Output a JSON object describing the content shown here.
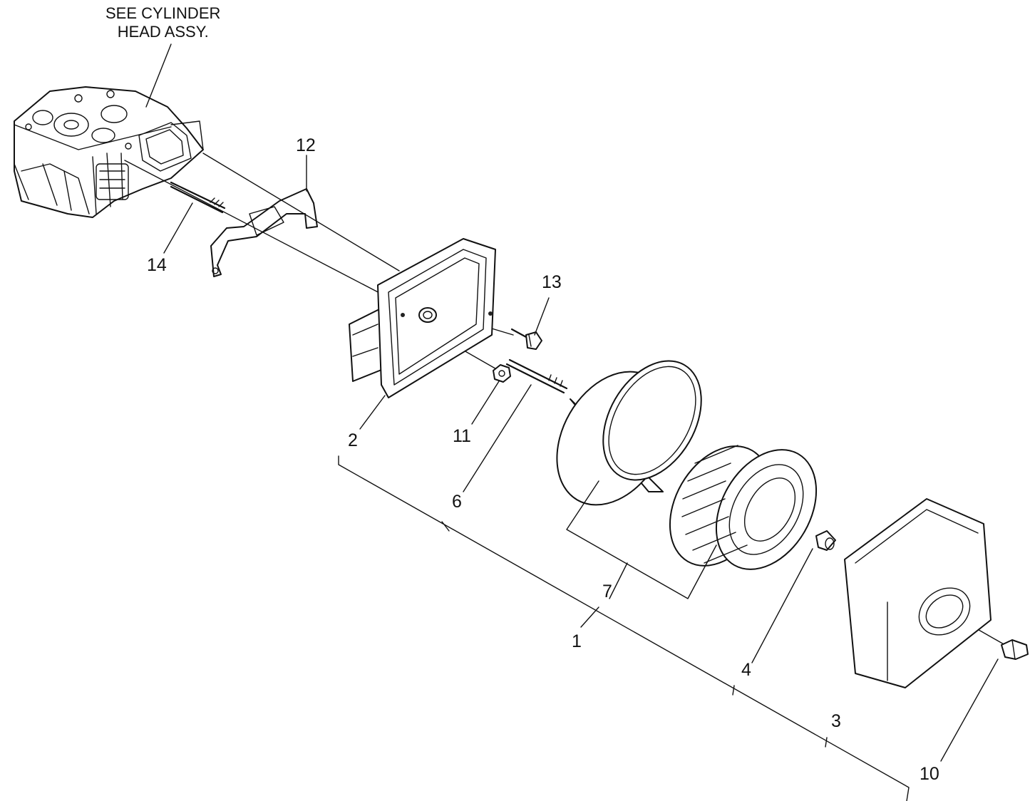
{
  "diagram": {
    "note": {
      "line1": "SEE CYLINDER",
      "line2": "HEAD ASSY."
    },
    "callouts": [
      {
        "id": "1",
        "label": "1"
      },
      {
        "id": "2",
        "label": "2"
      },
      {
        "id": "3",
        "label": "3"
      },
      {
        "id": "4",
        "label": "4"
      },
      {
        "id": "6",
        "label": "6"
      },
      {
        "id": "7",
        "label": "7"
      },
      {
        "id": "10",
        "label": "10"
      },
      {
        "id": "11",
        "label": "11"
      },
      {
        "id": "12",
        "label": "12"
      },
      {
        "id": "13",
        "label": "13"
      },
      {
        "id": "14",
        "label": "14"
      }
    ],
    "line_color": "#111111",
    "background": "#ffffff"
  }
}
